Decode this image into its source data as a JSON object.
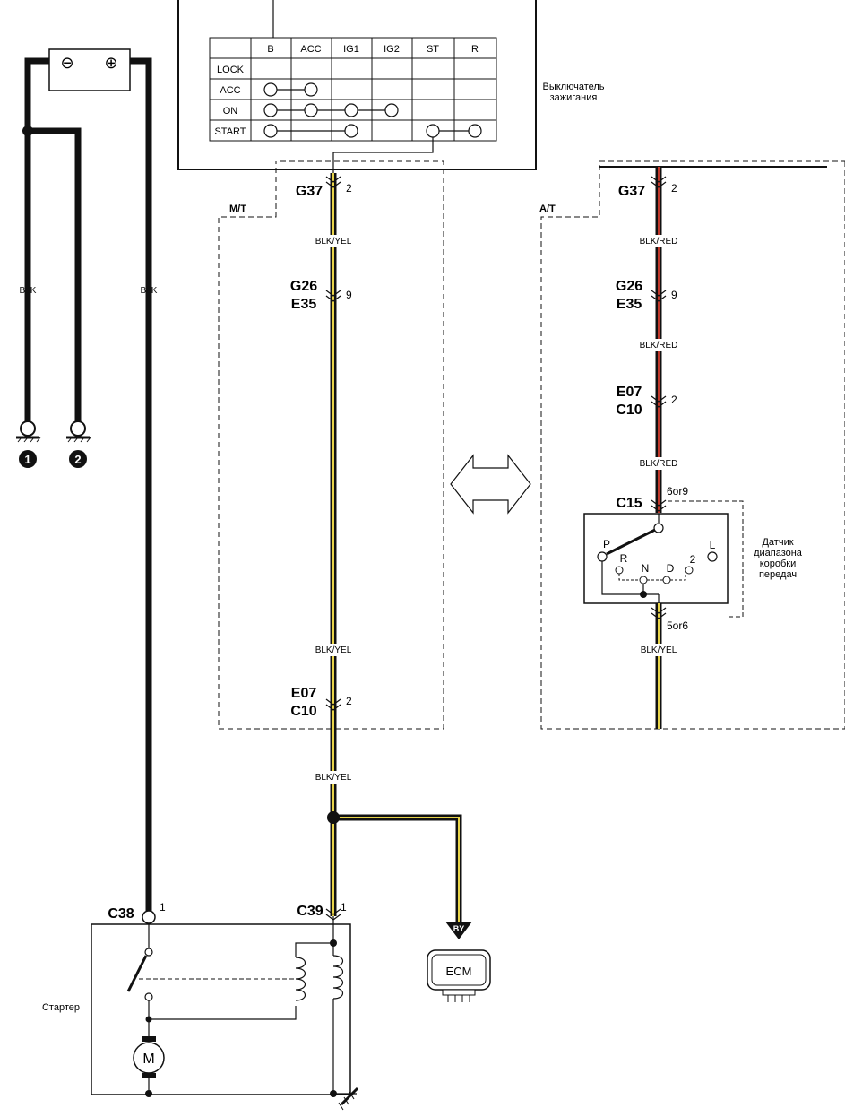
{
  "colors": {
    "ink": "#111111",
    "wire_black": "#111111",
    "yellow": "#e8d44a",
    "red": "#c0392b"
  },
  "battery": {
    "minus": "⊖",
    "plus": "⊕"
  },
  "grounds": [
    {
      "num": "1"
    },
    {
      "num": "2"
    }
  ],
  "wire_labels": {
    "blk_left": "BLK",
    "blk_mid": "BLK",
    "blk_yel": "BLK/YEL",
    "blk_red": "BLK/RED",
    "by": "BY"
  },
  "ignition_switch": {
    "label_line1": "Выключатель",
    "label_line2": "зажигания",
    "columns": [
      "B",
      "ACC",
      "IG1",
      "IG2",
      "ST",
      "R"
    ],
    "rows": [
      "LOCK",
      "ACC",
      "ON",
      "START"
    ]
  },
  "variants": {
    "mt": "M/T",
    "at": "A/T"
  },
  "connectors": {
    "g37": "G37",
    "g26": "G26",
    "e35": "E35",
    "e07": "E07",
    "c10": "C10",
    "c15": "C15",
    "c38": "C38",
    "c39": "C39"
  },
  "pins": {
    "g37": "2",
    "g26": "9",
    "e07": "2",
    "c15": "6or9",
    "c15_lower": "5or6",
    "c38": "1",
    "c39": "1"
  },
  "range_sensor": {
    "label": [
      "Датчик",
      "диапазона",
      "коробки",
      "передач"
    ],
    "positions": [
      "P",
      "R",
      "N",
      "D",
      "2",
      "L"
    ]
  },
  "ecm": {
    "label": "ECM"
  },
  "starter": {
    "label": "Стартер",
    "motor": "M"
  }
}
